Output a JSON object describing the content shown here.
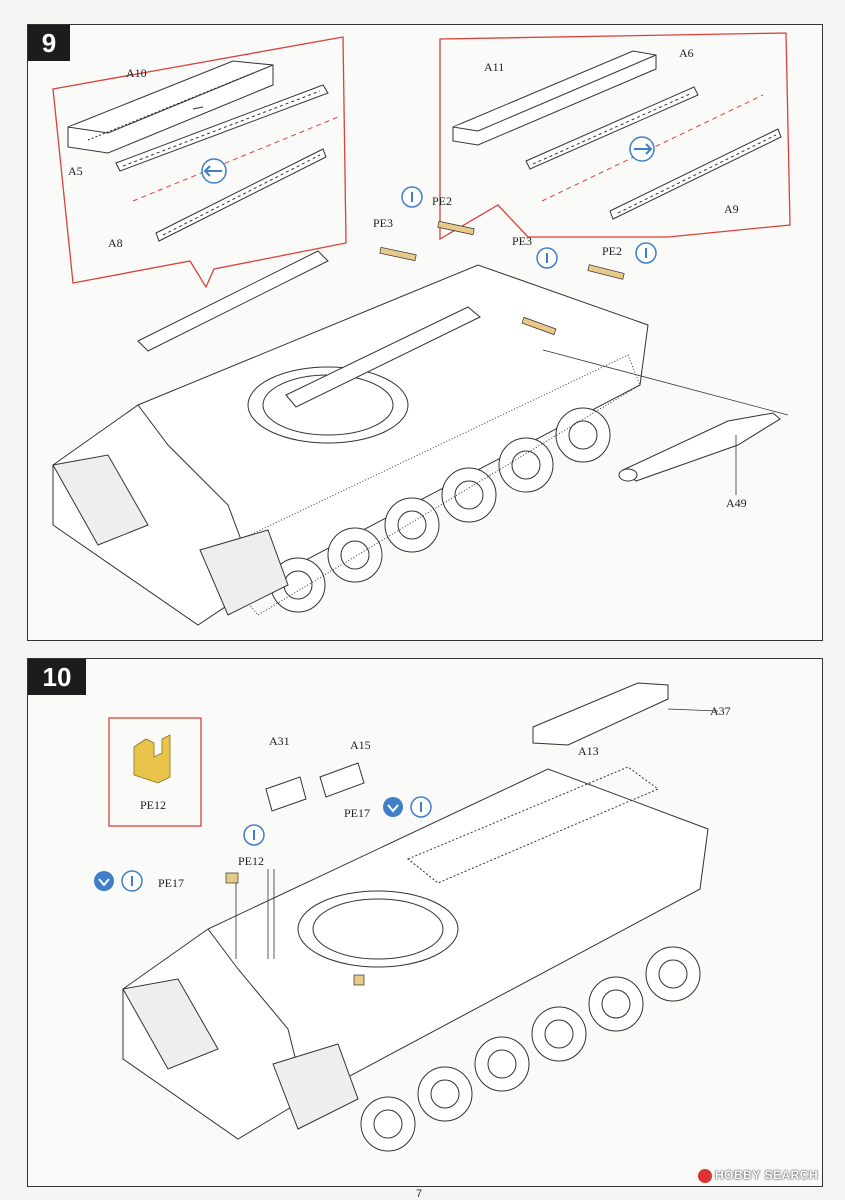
{
  "steps": {
    "step9": {
      "number": "9",
      "labels": {
        "a10": "A10",
        "a5": "A5",
        "a8": "A8",
        "a11": "A11",
        "a6": "A6",
        "a9": "A9",
        "pe3_left": "PE3",
        "pe2_left": "PE2",
        "pe3_right": "PE3",
        "pe2_right": "PE2",
        "a49": "A49"
      }
    },
    "step10": {
      "number": "10",
      "labels": {
        "pe12_inset": "PE12",
        "a31": "A31",
        "a15": "A15",
        "a37": "A37",
        "a13": "A13",
        "pe17_top": "PE17",
        "pe17_left": "PE17",
        "pe12": "PE12"
      }
    }
  },
  "footer": {
    "page_number": "7",
    "watermark": "HOBBY SEARCH"
  },
  "colors": {
    "callout_red": "#d9423a",
    "icon_blue": "#3f7fc8",
    "photo_etch_tan": "#e8c98a",
    "pe12_yellow": "#e9c44a"
  }
}
